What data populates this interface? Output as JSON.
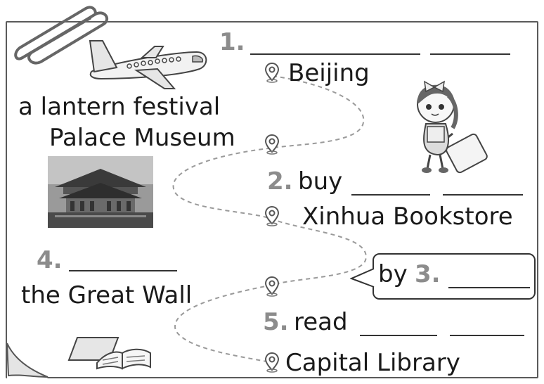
{
  "places": {
    "beijing": "Beijing",
    "festival": "a lantern festival",
    "museum": "Palace Museum",
    "bookstore": "Xinhua Bookstore",
    "wall": "the Great Wall",
    "library": "Capital Library"
  },
  "items": [
    {
      "number": "1.",
      "label": ""
    },
    {
      "number": "2.",
      "label": "buy"
    },
    {
      "number": "3.",
      "label": "by"
    },
    {
      "number": "4.",
      "label": ""
    },
    {
      "number": "5.",
      "label": "read"
    }
  ],
  "colors": {
    "number_gray": "#8c8c8c",
    "line_dark": "#333333",
    "path_dash": "#9a9a9a"
  },
  "icons": [
    "paperclip-icon",
    "airplane-icon",
    "map-pin-icon",
    "girl-with-suitcase-icon",
    "palace-photo",
    "open-book-icon"
  ]
}
